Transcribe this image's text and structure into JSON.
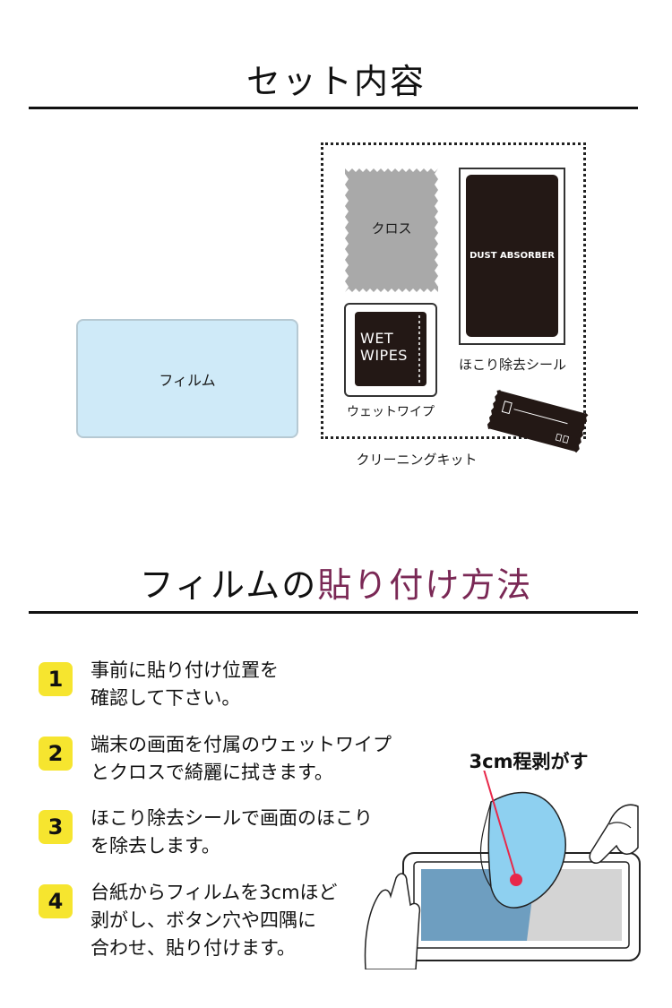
{
  "set_contents": {
    "heading": "セット内容",
    "film_label": "フィルム",
    "cloth_label": "クロス",
    "dust_absorber_text": "DUST ABSORBER",
    "dust_label": "ほこり除去シール",
    "wet_wipes_line1": "WET",
    "wet_wipes_line2": "WIPES",
    "wet_label": "ウェットワイプ",
    "kit_label": "クリーニングキット"
  },
  "how_to": {
    "heading_plain": "フィルムの",
    "heading_accent": "貼り付け方法",
    "accent_color": "#7a2855",
    "badge_color": "#f6e52f",
    "steps": [
      {
        "number": "1",
        "lines": [
          "事前に貼り付け位置を",
          "確認して下さい。"
        ]
      },
      {
        "number": "2",
        "lines": [
          "端末の画面を付属のウェットワイプ",
          "とクロスで綺麗に拭きます。"
        ]
      },
      {
        "number": "3",
        "lines": [
          "ほこり除去シールで画面のほこり",
          "を除去します。"
        ]
      },
      {
        "number": "4",
        "lines": [
          "台紙からフィルムを3cmほど",
          "剥がし、ボタン穴や四隅に",
          "合わせ、貼り付けます。"
        ]
      }
    ],
    "peel_label": "3cm程剥がす"
  }
}
